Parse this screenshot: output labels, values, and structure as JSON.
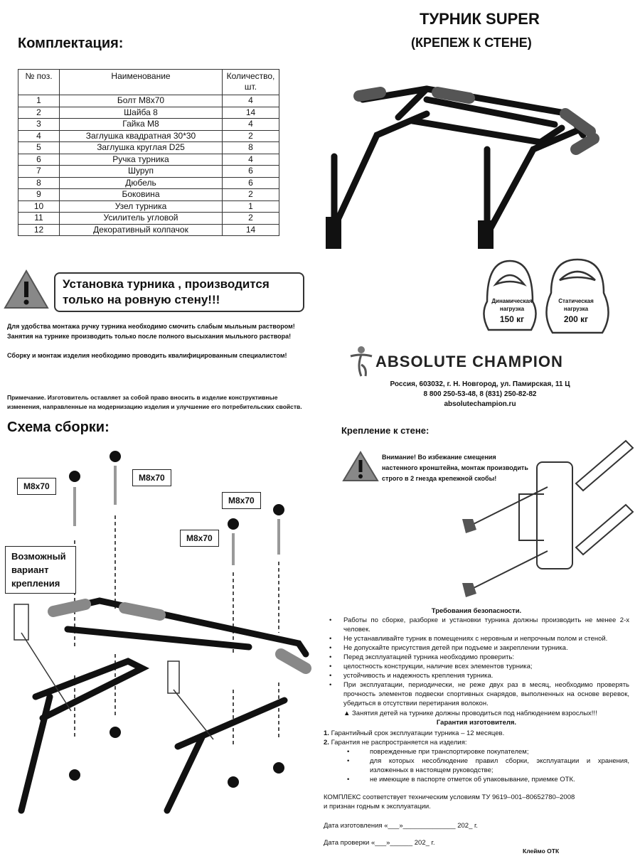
{
  "title": "ТУРНИК SUPER",
  "subtitle": "(КРЕПЕЖ К СТЕНЕ)",
  "kit": {
    "heading": "Комплектация:",
    "columns": [
      "№ поз.",
      "Наименование",
      "Количество, шт."
    ],
    "rows": [
      [
        "1",
        "Болт M8x70",
        "4"
      ],
      [
        "2",
        "Шайба 8",
        "14"
      ],
      [
        "3",
        "Гайка M8",
        "4"
      ],
      [
        "4",
        "Заглушка квадратная 30*30",
        "2"
      ],
      [
        "5",
        "Заглушка круглая D25",
        "8"
      ],
      [
        "6",
        "Ручка турника",
        "4"
      ],
      [
        "7",
        "Шуруп",
        "6"
      ],
      [
        "8",
        "Дюбель",
        "6"
      ],
      [
        "9",
        "Боковина",
        "2"
      ],
      [
        "10",
        "Узел турника",
        "1"
      ],
      [
        "11",
        "Усилитель угловой",
        "2"
      ],
      [
        "12",
        "Декоративный колпачок",
        "14"
      ]
    ]
  },
  "warning_main": "Установка турника , производится только на ровную стену!!!",
  "notes": [
    "Для удобства монтажа ручку турника необходимо смочить слабым мыльным раствором!",
    "Занятия на турнике производить только после полного высыхания мыльного раствора!",
    "Сборку и монтаж изделия необходимо проводить квалифицированным специалистом!"
  ],
  "remark": "Примечание. Изготовитель оставляет за собой право вносить в изделие конструктивные изменения, направленные на модернизацию изделия и улучшение его потребительских свойств.",
  "loads": [
    {
      "label1": "Динамическая",
      "label2": "нагрузка",
      "value": "150 кг"
    },
    {
      "label1": "Статическая",
      "label2": "нагрузка",
      "value": "200 кг"
    }
  ],
  "brand": {
    "name": "ABSOLUTE CHAMPION",
    "address": "Россия, 603032, г. Н. Новгород, ул. Памирская, 11 Ц",
    "phones": "8 800 250-53-48, 8 (831) 250-82-82",
    "site": "absolutechampion.ru"
  },
  "assembly": {
    "heading": "Схема сборки:",
    "bolt_label": "M8x70",
    "variant_label": "Возможный вариант крепления"
  },
  "wall": {
    "heading": "Крепление к стене:",
    "warning": "Внимание! Во избежание смещения настенного кронштейна, монтаж производить строго в 2 гнезда крепежной скобы!"
  },
  "safety": {
    "heading": "Требования безопасности.",
    "items": [
      "Работы по сборке, разборке и установки турника должны производить не менее 2-х человек.",
      "Не устанавливайте турник в помещениях с неровным и непрочным полом и стеной.",
      "Не допускайте присутствия детей при подъеме и закреплении турника.",
      "Перед эксплуатацией турника необходимо проверить:",
      "целостность конструкции, наличие всех элементов турника;",
      "устойчивость и надежность крепления турника.",
      "При эксплуатации, периодически, не реже двух раз в месяц, необходимо проверять прочность элементов подвески спортивных снарядов, выполненных на основе веревок, убедиться в отсутствии перетирания волокон."
    ],
    "children": "Занятия детей на турнике должны проводиться под наблюдением взрослых!!!"
  },
  "warranty": {
    "heading": "Гарантия изготовителя.",
    "p1": "Гарантийный срок эксплуатации турника – 12 месяцев.",
    "p2": "Гарантия не распространяется на изделия:",
    "items": [
      "поврежденные при транспортировке покупателем;",
      "для которых несоблюдение правил сборки, эксплуатации и хранения, изложенных в настоящем руководстве;",
      "не имеющие в паспорте отметок об упаковывание, приемке ОТК."
    ]
  },
  "compliance": "КОМПЛЕКС соответствует техническим условиям ТУ 9619–001–80652780–2008 и признан годным к эксплуатации.",
  "date_made": "Дата изготовления «___»______________ 202_ г.",
  "date_check": "Дата проверки «___»______ 202_ г.",
  "stamp": "Клеймо ОТК"
}
